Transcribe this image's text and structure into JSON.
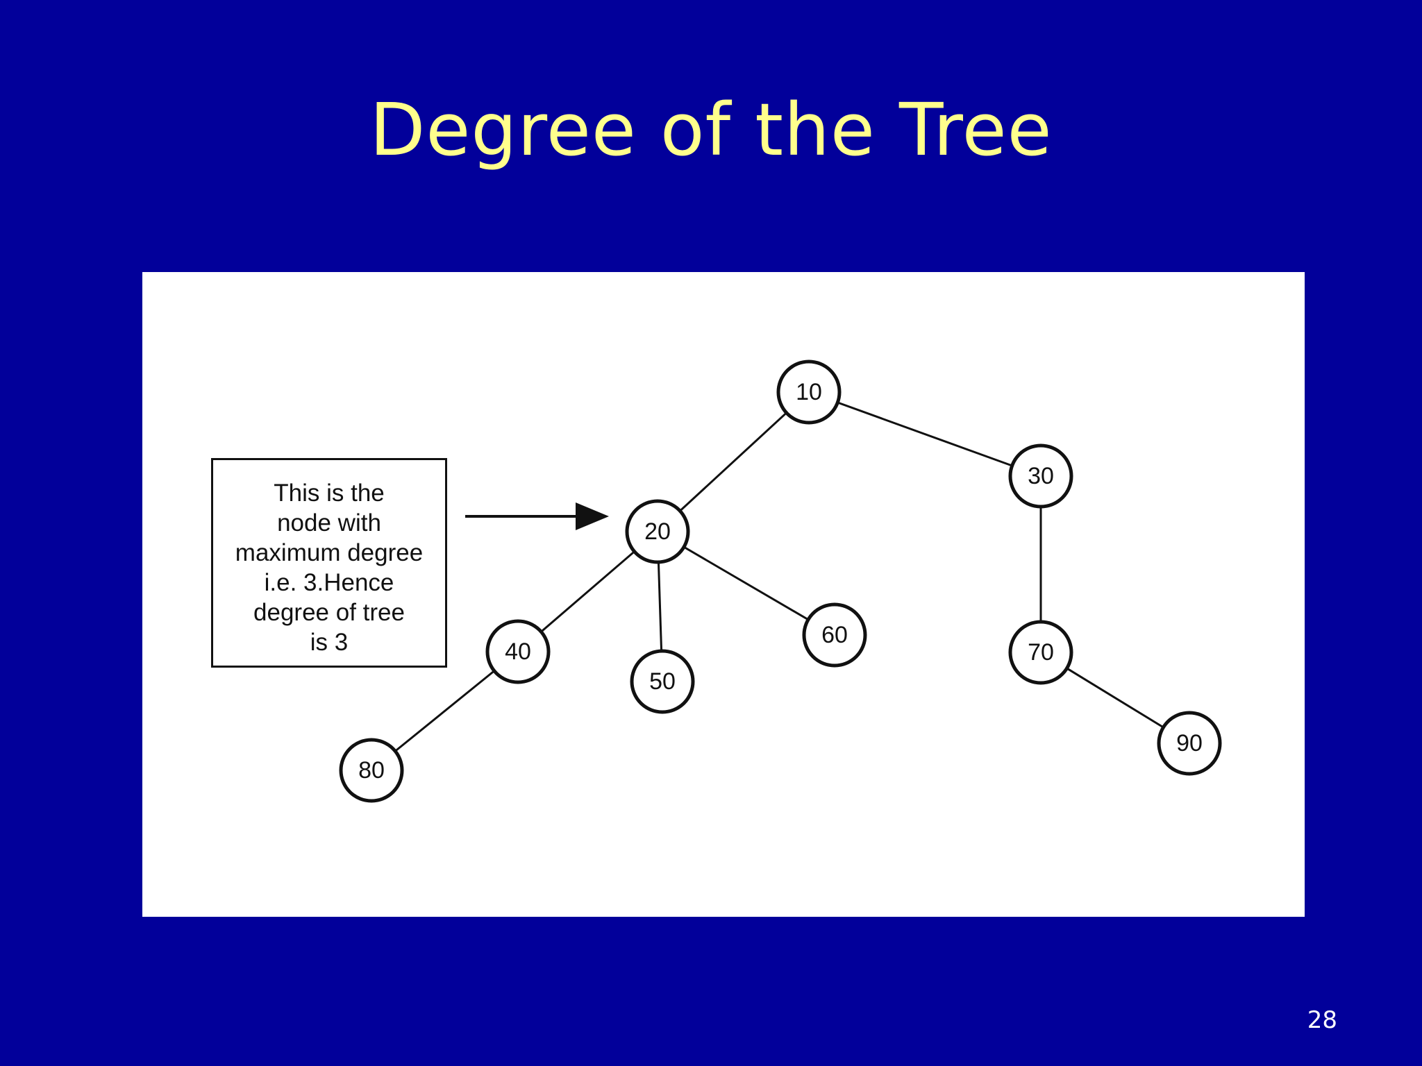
{
  "slide": {
    "title": "Degree of the Tree",
    "page_number": "28"
  },
  "diagram": {
    "callout_text": "This is the\nnode with\nmaximum degree\ni.e. 3.Hence\ndegree of tree\nis  3",
    "nodes": [
      {
        "id": "n10",
        "label": "10"
      },
      {
        "id": "n20",
        "label": "20"
      },
      {
        "id": "n30",
        "label": "30"
      },
      {
        "id": "n40",
        "label": "40"
      },
      {
        "id": "n50",
        "label": "50"
      },
      {
        "id": "n60",
        "label": "60"
      },
      {
        "id": "n70",
        "label": "70"
      },
      {
        "id": "n80",
        "label": "80"
      },
      {
        "id": "n90",
        "label": "90"
      }
    ],
    "edges": [
      [
        "n10",
        "n20"
      ],
      [
        "n10",
        "n30"
      ],
      [
        "n20",
        "n40"
      ],
      [
        "n20",
        "n50"
      ],
      [
        "n20",
        "n60"
      ],
      [
        "n30",
        "n70"
      ],
      [
        "n40",
        "n80"
      ],
      [
        "n70",
        "n90"
      ]
    ],
    "arrow_target": "n20"
  }
}
